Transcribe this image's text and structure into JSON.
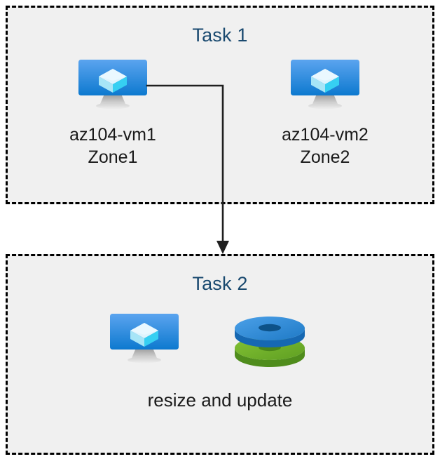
{
  "diagram": {
    "title": "Azure VM tasks diagram",
    "background_color": "#ffffff",
    "group_fill_color": "#f0f0f0",
    "group_border_color": "#000000",
    "title_color": "#19496f",
    "label_color": "#1a1a1a",
    "connector_color": "#1f1f1f"
  },
  "task1": {
    "title": "Task 1",
    "nodes": [
      {
        "id": "vm1",
        "icon": "virtual-machine-icon",
        "label": "az104-vm1\nZone1",
        "name_line": "az104-vm1",
        "zone_line": "Zone1"
      },
      {
        "id": "vm2",
        "icon": "virtual-machine-icon",
        "label": "az104-vm2\nZone2",
        "name_line": "az104-vm2",
        "zone_line": "Zone2"
      }
    ]
  },
  "task2": {
    "title": "Task 2",
    "nodes": [
      {
        "id": "vm3",
        "icon": "virtual-machine-icon",
        "label": ""
      },
      {
        "id": "disks",
        "icon": "disks-icon",
        "label": ""
      }
    ],
    "caption": "resize and update"
  },
  "connector": {
    "from": "vm1",
    "to": "task2",
    "style": "elbow-arrow",
    "arrowhead": "filled-triangle"
  },
  "colors": {
    "vm_screen_top": "#55a2ef",
    "vm_screen_bottom": "#0f7cd0",
    "vm_stand": "#b3b3b3",
    "cube_light": "#dff4fd",
    "cube_mid": "#9fe3f8",
    "cube_cyan": "#39d2f3",
    "disk_blue_top": "#3a93dd",
    "disk_blue_side": "#1b75c7",
    "disk_blue_hole": "#0d5696",
    "disk_green_top": "#74b52e",
    "disk_green_side": "#5c9a22",
    "disk_green_hole": "#4d8a1c"
  }
}
